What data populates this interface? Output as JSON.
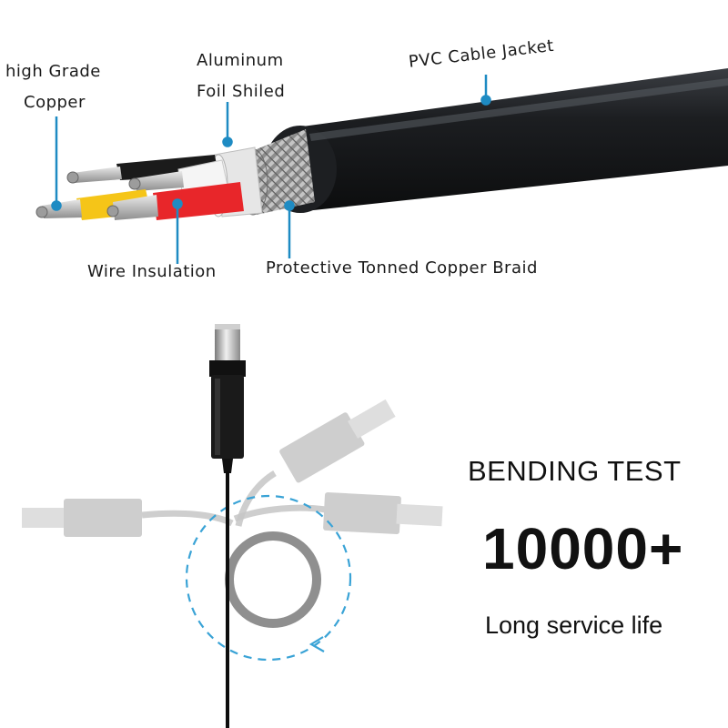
{
  "diagram": {
    "labels": {
      "copper_line1": "high Grade",
      "copper_line2": "Copper",
      "foil_line1": "Aluminum",
      "foil_line2": "Foil Shiled",
      "jacket": "PVC Cable Jacket",
      "insulation": "Wire Insulation",
      "braid": "Protective Tonned Copper Braid"
    },
    "colors": {
      "leader_line": "#1e8bc3",
      "jacket": "#16181b",
      "braid": "#9a9a9a",
      "conductor_yellow": "#f5c518",
      "conductor_red": "#e8262a",
      "conductor_white": "#f2f2f2",
      "conductor_black": "#1b1b1b",
      "copper_strand": "#b9b9b9"
    }
  },
  "bending": {
    "title": "BENDING TEST",
    "count": "10000+",
    "subtitle": "Long service life",
    "colors": {
      "cable": "#0d0d0d",
      "ghost_cable": "#bdbdbd",
      "ring": "#8f8f8f",
      "dashed_circle": "#3aa3d6"
    }
  }
}
